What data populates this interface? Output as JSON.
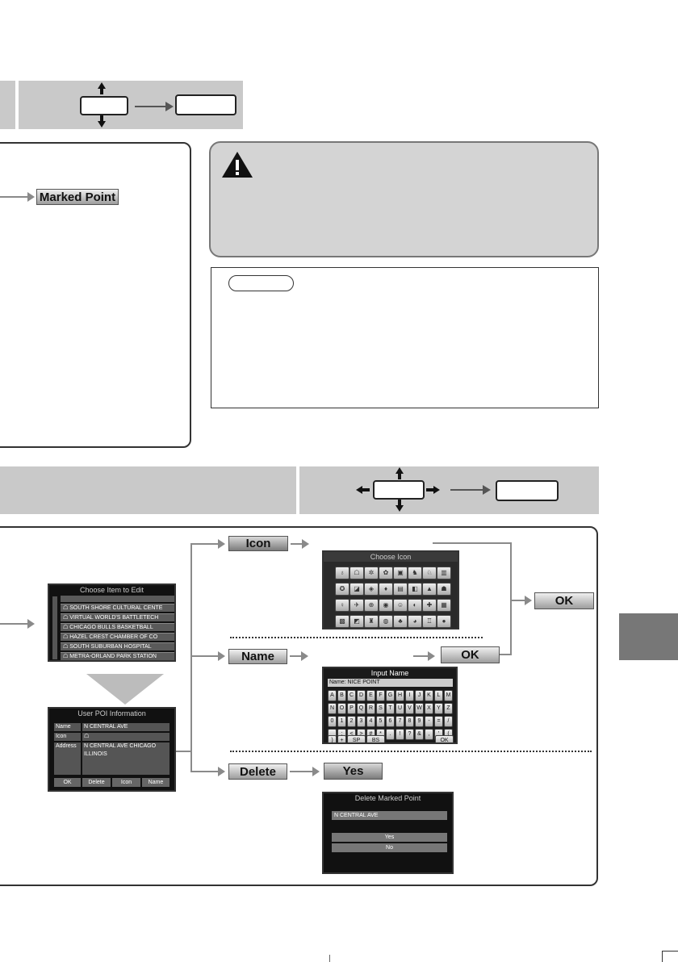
{
  "top_section": {
    "marked_point_label": "Marked Point"
  },
  "edit_flow": {
    "icon_label": "Icon",
    "name_label": "Name",
    "delete_label": "Delete",
    "ok_label": "OK",
    "name_ok_label": "OK",
    "yes_label": "Yes"
  },
  "choose_item_screen": {
    "title": "Choose Item to Edit",
    "items": [
      "SOUTH SHORE CULTURAL CENTE",
      "VIRTUAL WORLD'S BATTLETECH",
      "CHICAGO BULLS BASKETBALL",
      "HAZEL CREST CHAMBER OF CO",
      "SOUTH SUBURBAN HOSPITAL",
      "METRA-ORLAND PARK STATION"
    ]
  },
  "poi_screen": {
    "title": "User POI Information",
    "name_key": "Name",
    "name_value": "N CENTRAL AVE",
    "icon_key": "Icon",
    "address_key": "Address",
    "address_value": "N CENTRAL AVE CHICAGO ILLINOIS",
    "buttons": [
      "OK",
      "Delete",
      "Icon",
      "Name"
    ]
  },
  "choose_icon_screen": {
    "title": "Choose Icon"
  },
  "input_name_screen": {
    "title": "Input Name",
    "field_value": "Name: NICE POINT",
    "rows": [
      [
        "A",
        "B",
        "C",
        "D",
        "E",
        "F",
        "G",
        "H",
        "I",
        "J",
        "K",
        "L",
        "M"
      ],
      [
        "N",
        "O",
        "P",
        "Q",
        "R",
        "S",
        "T",
        "U",
        "V",
        "W",
        "X",
        "Y",
        "Z"
      ],
      [
        "0",
        "1",
        "2",
        "3",
        "4",
        "5",
        "6",
        "7",
        "8",
        "9",
        "-",
        "=",
        "/"
      ],
      [
        "_",
        ":",
        "<",
        ">",
        "#",
        "*",
        ".",
        "!",
        "?",
        "&",
        ",",
        "'",
        "("
      ]
    ],
    "bottom_keys": [
      ")",
      "+",
      "SP",
      "BS",
      "OK"
    ]
  },
  "delete_screen": {
    "title": "Delete Marked Point",
    "item": "N CENTRAL AVE",
    "yes": "Yes",
    "no": "No"
  },
  "colors": {
    "band": "#c9c9c9",
    "side_tab": "#777777"
  }
}
